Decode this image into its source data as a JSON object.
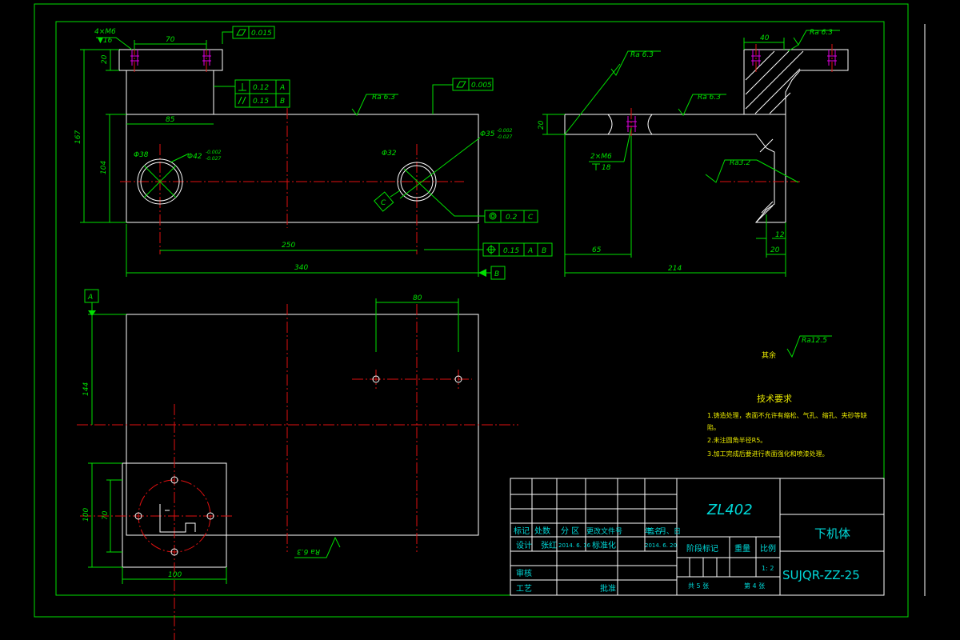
{
  "part_views": {
    "top_view_dims": {
      "thread_top": "4×M6",
      "thread_depth": "▼16",
      "dim_70": "70",
      "dim_20": "20",
      "dim_85": "85",
      "dim_167": "167",
      "dim_104": "104",
      "dim_250": "250",
      "dim_340": "340",
      "hole_38": "Φ38",
      "hole_42": "Φ42",
      "hole_42_upper": "-0.002",
      "hole_42_lower": "-0.027",
      "hole_32": "Φ32",
      "hole_35": "Φ35",
      "hole_35_upper": "-0.002",
      "hole_35_lower": "-0.027",
      "ra_top": "Ra 6.3"
    },
    "tolerance_frames": {
      "flat_top": "0.015",
      "perp_value": "0.12",
      "perp_datum": "A",
      "par_value": "0.15",
      "par_datum": "B",
      "flat_right": "0.005",
      "conc_value": "0.2",
      "conc_datum": "C",
      "pos_value": "0.15",
      "pos_datum_1": "A",
      "pos_datum_2": "B",
      "datum_b": "B",
      "datum_c": "C",
      "datum_a": "A"
    },
    "side_view_dims": {
      "dim_40": "40",
      "ra_1": "Ra 6.3",
      "ra_2": "Ra 6.3",
      "ra_3": "Ra 6.3",
      "ra_4": "Ra3.2",
      "dim_20": "20",
      "thread": "2×M6",
      "thread_depth": "18",
      "dim_12": "12",
      "dim_20b": "20",
      "dim_65": "65",
      "dim_214": "214"
    },
    "bottom_view_dims": {
      "dim_80": "80",
      "dim_144": "144",
      "dim_100v": "100",
      "dim_70v": "70",
      "dim_100h": "100",
      "ra_bottom": "Ra 6.3"
    }
  },
  "notes": {
    "rest_label": "其余",
    "rest_ra": "Ra12.5",
    "title": "技术要求",
    "line1": "1.铸造处理，表面不允许有缩松、气孔、缩孔、夹砂等缺",
    "line1b": "陷。",
    "line2": "2.未注圆角半径R5。",
    "line3": "3.加工完成后要进行表面强化和喷漆处理。"
  },
  "title_block": {
    "material": "ZL402",
    "part_name": "下机体",
    "drawing_no": "SUJQR-ZZ-25",
    "h_mark": "标记",
    "h_count": "处数",
    "h_zone": "分 区",
    "h_doc": "更改文件号",
    "h_sign": "签名",
    "h_date": "年、月、日",
    "r_design": "设计",
    "designer": "张红",
    "design_date": "2014. 6. 16",
    "r_standard": "标准化",
    "standard_date": "2014. 6. 20",
    "r_review": "审核",
    "r_process": "工艺",
    "r_approve": "批准",
    "h_stage": "阶段标记",
    "h_weight": "重量",
    "h_scale": "比例",
    "scale": "1: 2",
    "sheets_total": "共 5 张",
    "sheet_no": "第 4 张"
  },
  "colors": {
    "background": "#000000",
    "outline": "#ffffff",
    "dimension": "#00e000",
    "centerline": "#e01010",
    "thread": "#e000e0",
    "title_text": "#00d8d8",
    "note_text": "#e8e800"
  }
}
